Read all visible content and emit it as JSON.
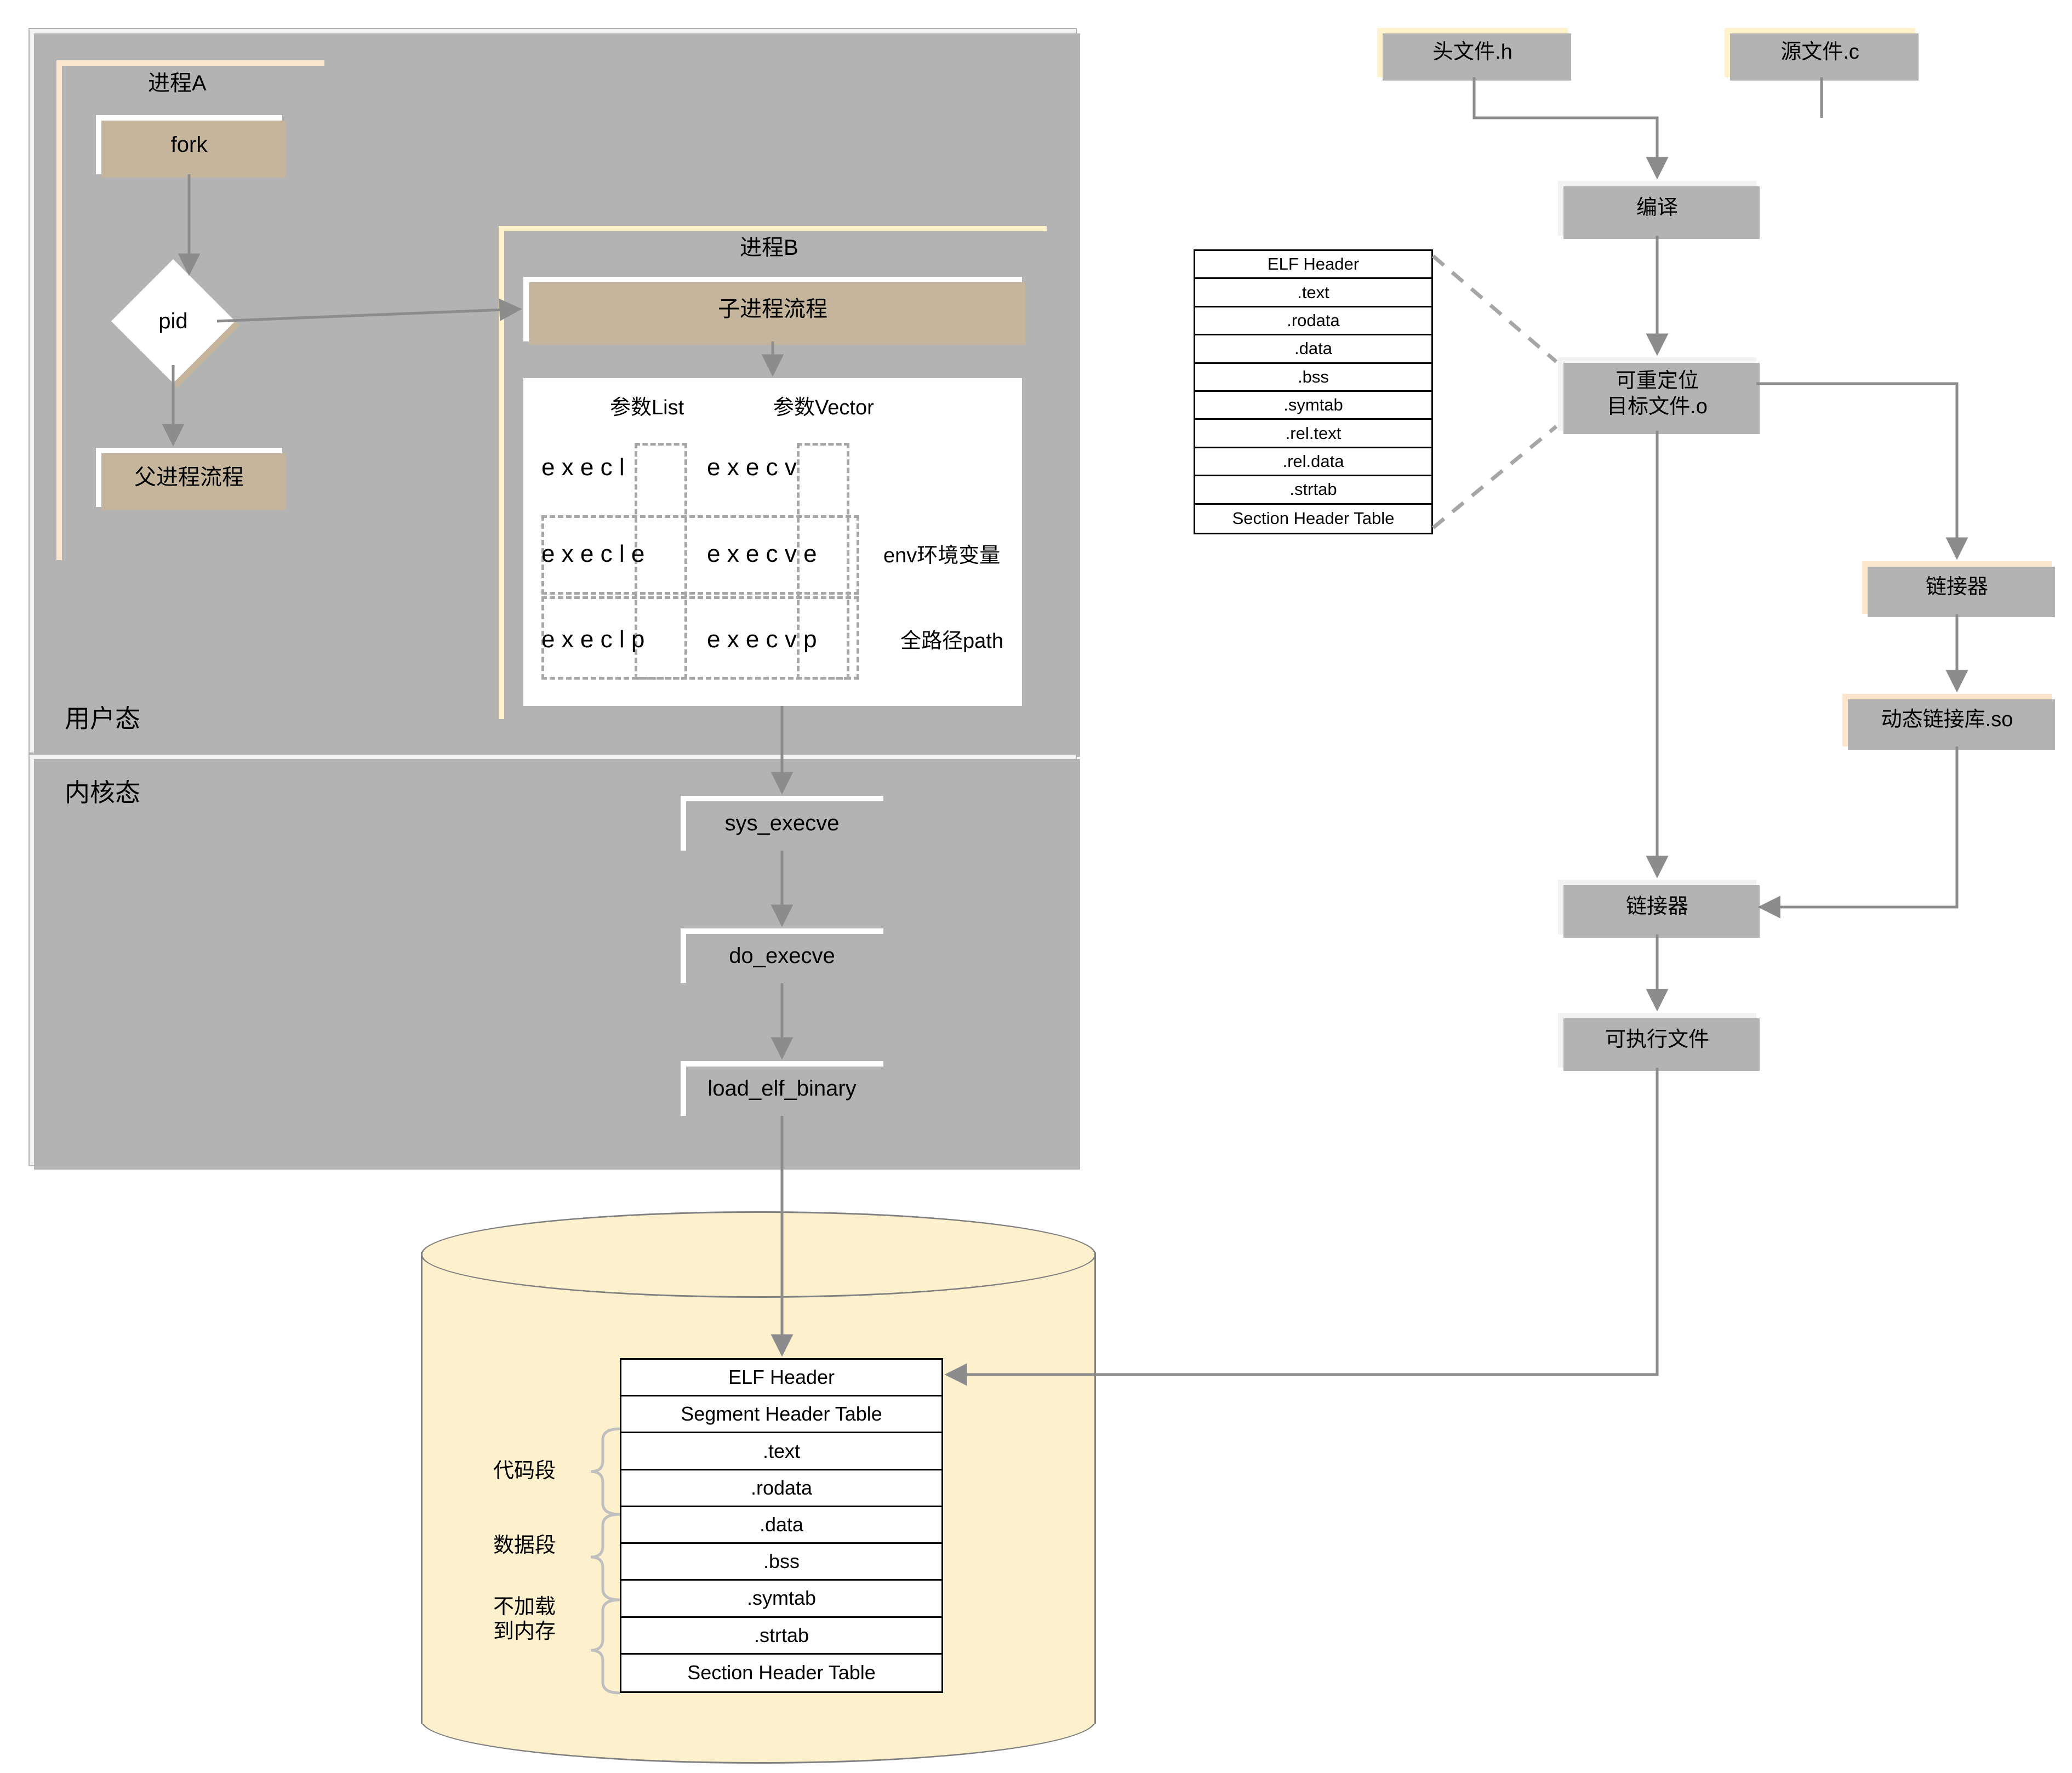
{
  "swimlanes": {
    "user_mode": "用户态",
    "kernel_mode": "内核态"
  },
  "process_a": {
    "title": "进程A",
    "fork": "fork",
    "pid": "pid",
    "parent_flow": "父进程流程"
  },
  "process_b": {
    "title": "进程B",
    "child_flow": "子进程流程",
    "col_list": "参数List",
    "col_vector": "参数Vector",
    "rows": [
      {
        "list": "e x e c l",
        "vector": "e x e c v",
        "note": ""
      },
      {
        "list": "e x e c l e",
        "vector": "e x e c v e",
        "note": "env环境变量"
      },
      {
        "list": "e x e c l p",
        "vector": "e x e c v p",
        "note": "全路径path"
      }
    ]
  },
  "kernel_calls": [
    "sys_execve",
    "do_execve",
    "load_elf_binary"
  ],
  "compile_pipeline": {
    "header_file": "头文件.h",
    "source_file": "源文件.c",
    "compile": "编译",
    "relocatable_object": "可重定位\n目标文件.o",
    "linker_dynamic": "链接器",
    "shared_library": "动态链接库.so",
    "linker_final": "链接器",
    "executable": "可执行文件"
  },
  "object_file_table": {
    "rows": [
      "ELF Header",
      ".text",
      ".rodata",
      ".data",
      ".bss",
      ".symtab",
      ".rel.text",
      ".rel.data",
      ".strtab",
      "Section Header Table"
    ]
  },
  "memory_image": {
    "rows": [
      "ELF Header",
      "Segment Header Table",
      ".text",
      ".rodata",
      ".data",
      ".bss",
      ".symtab",
      ".strtab",
      "Section Header Table"
    ],
    "brace_labels": [
      "代码段",
      "数据段",
      "不加载\n到内存"
    ]
  },
  "colors": {
    "panel_gray": "#f2f2f2",
    "orange": "#fce5cd",
    "yellow": "#fff2cc",
    "cylinder": "#fdf0cd",
    "line": "#8c8c8c",
    "shadow_gray": "#b3b3b3",
    "shadow_tan": "#c4b59c",
    "dash": "#a6a6a6"
  }
}
